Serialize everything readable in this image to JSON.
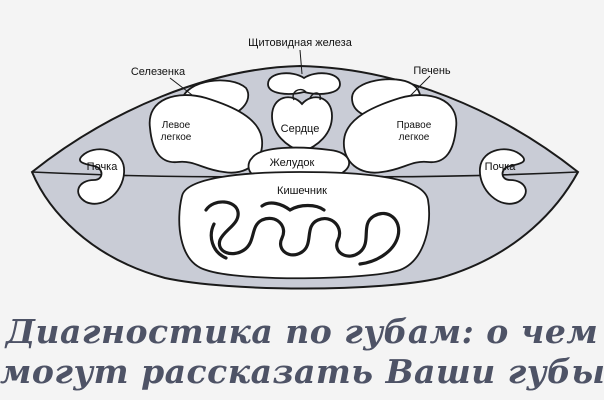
{
  "labels": {
    "thyroid": "Щитовидная железа",
    "spleen": "Селезенка",
    "liver": "Печень",
    "left_lung_1": "Левое",
    "left_lung_2": "легкое",
    "heart": "Сердце",
    "right_lung_1": "Правое",
    "right_lung_2": "легкое",
    "stomach": "Желудок",
    "kidney_left": "Почка",
    "kidney_right": "Почка",
    "intestine": "Кишечник"
  },
  "title": {
    "line1": "Диагностика по губам: о чем",
    "line2": "могут рассказать Ваши губы"
  },
  "colors": {
    "lip_fill": "#c9ccd6",
    "organ_fill": "#ffffff",
    "stroke": "#1a1a1a",
    "title": "#4e5366"
  }
}
